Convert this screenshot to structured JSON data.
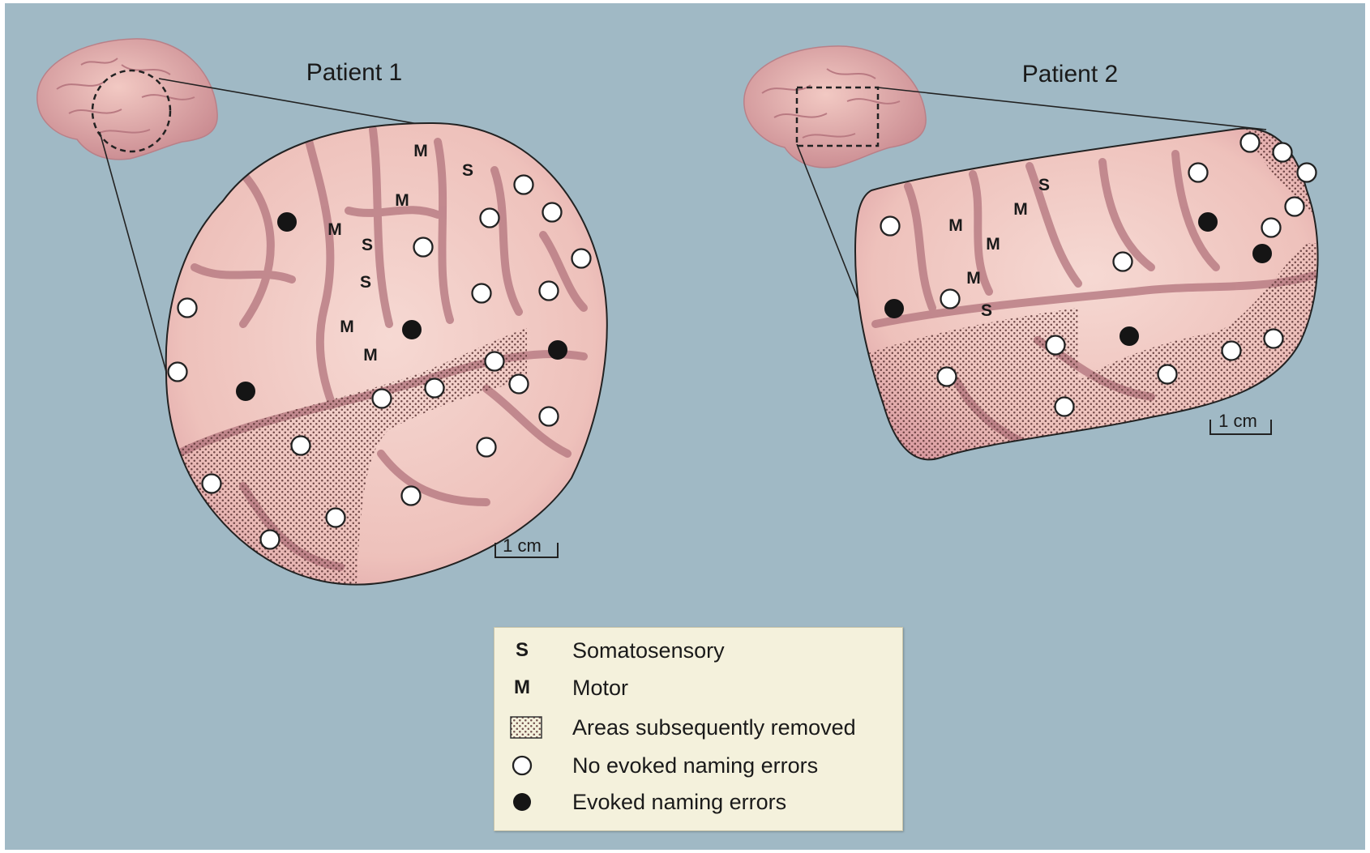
{
  "panels": [
    {
      "title": "Patient 1",
      "scale_label": "1 cm"
    },
    {
      "title": "Patient 2",
      "scale_label": "1 cm"
    }
  ],
  "map_letters": {
    "somatosensory": "S",
    "motor": "M"
  },
  "legend": [
    {
      "symbol": "S",
      "label": "Somatosensory"
    },
    {
      "symbol": "M",
      "label": "Motor"
    },
    {
      "symbol": "stipple",
      "label": "Areas subsequently removed"
    },
    {
      "symbol": "open-circle",
      "label": "No evoked naming errors"
    },
    {
      "symbol": "filled-circle",
      "label": "Evoked naming errors"
    }
  ],
  "colors": {
    "background": "#9fb8c4",
    "cortex": "#eec3bd",
    "sulcus": "#b0707a",
    "removed_stipple": "#7a4a4a"
  }
}
